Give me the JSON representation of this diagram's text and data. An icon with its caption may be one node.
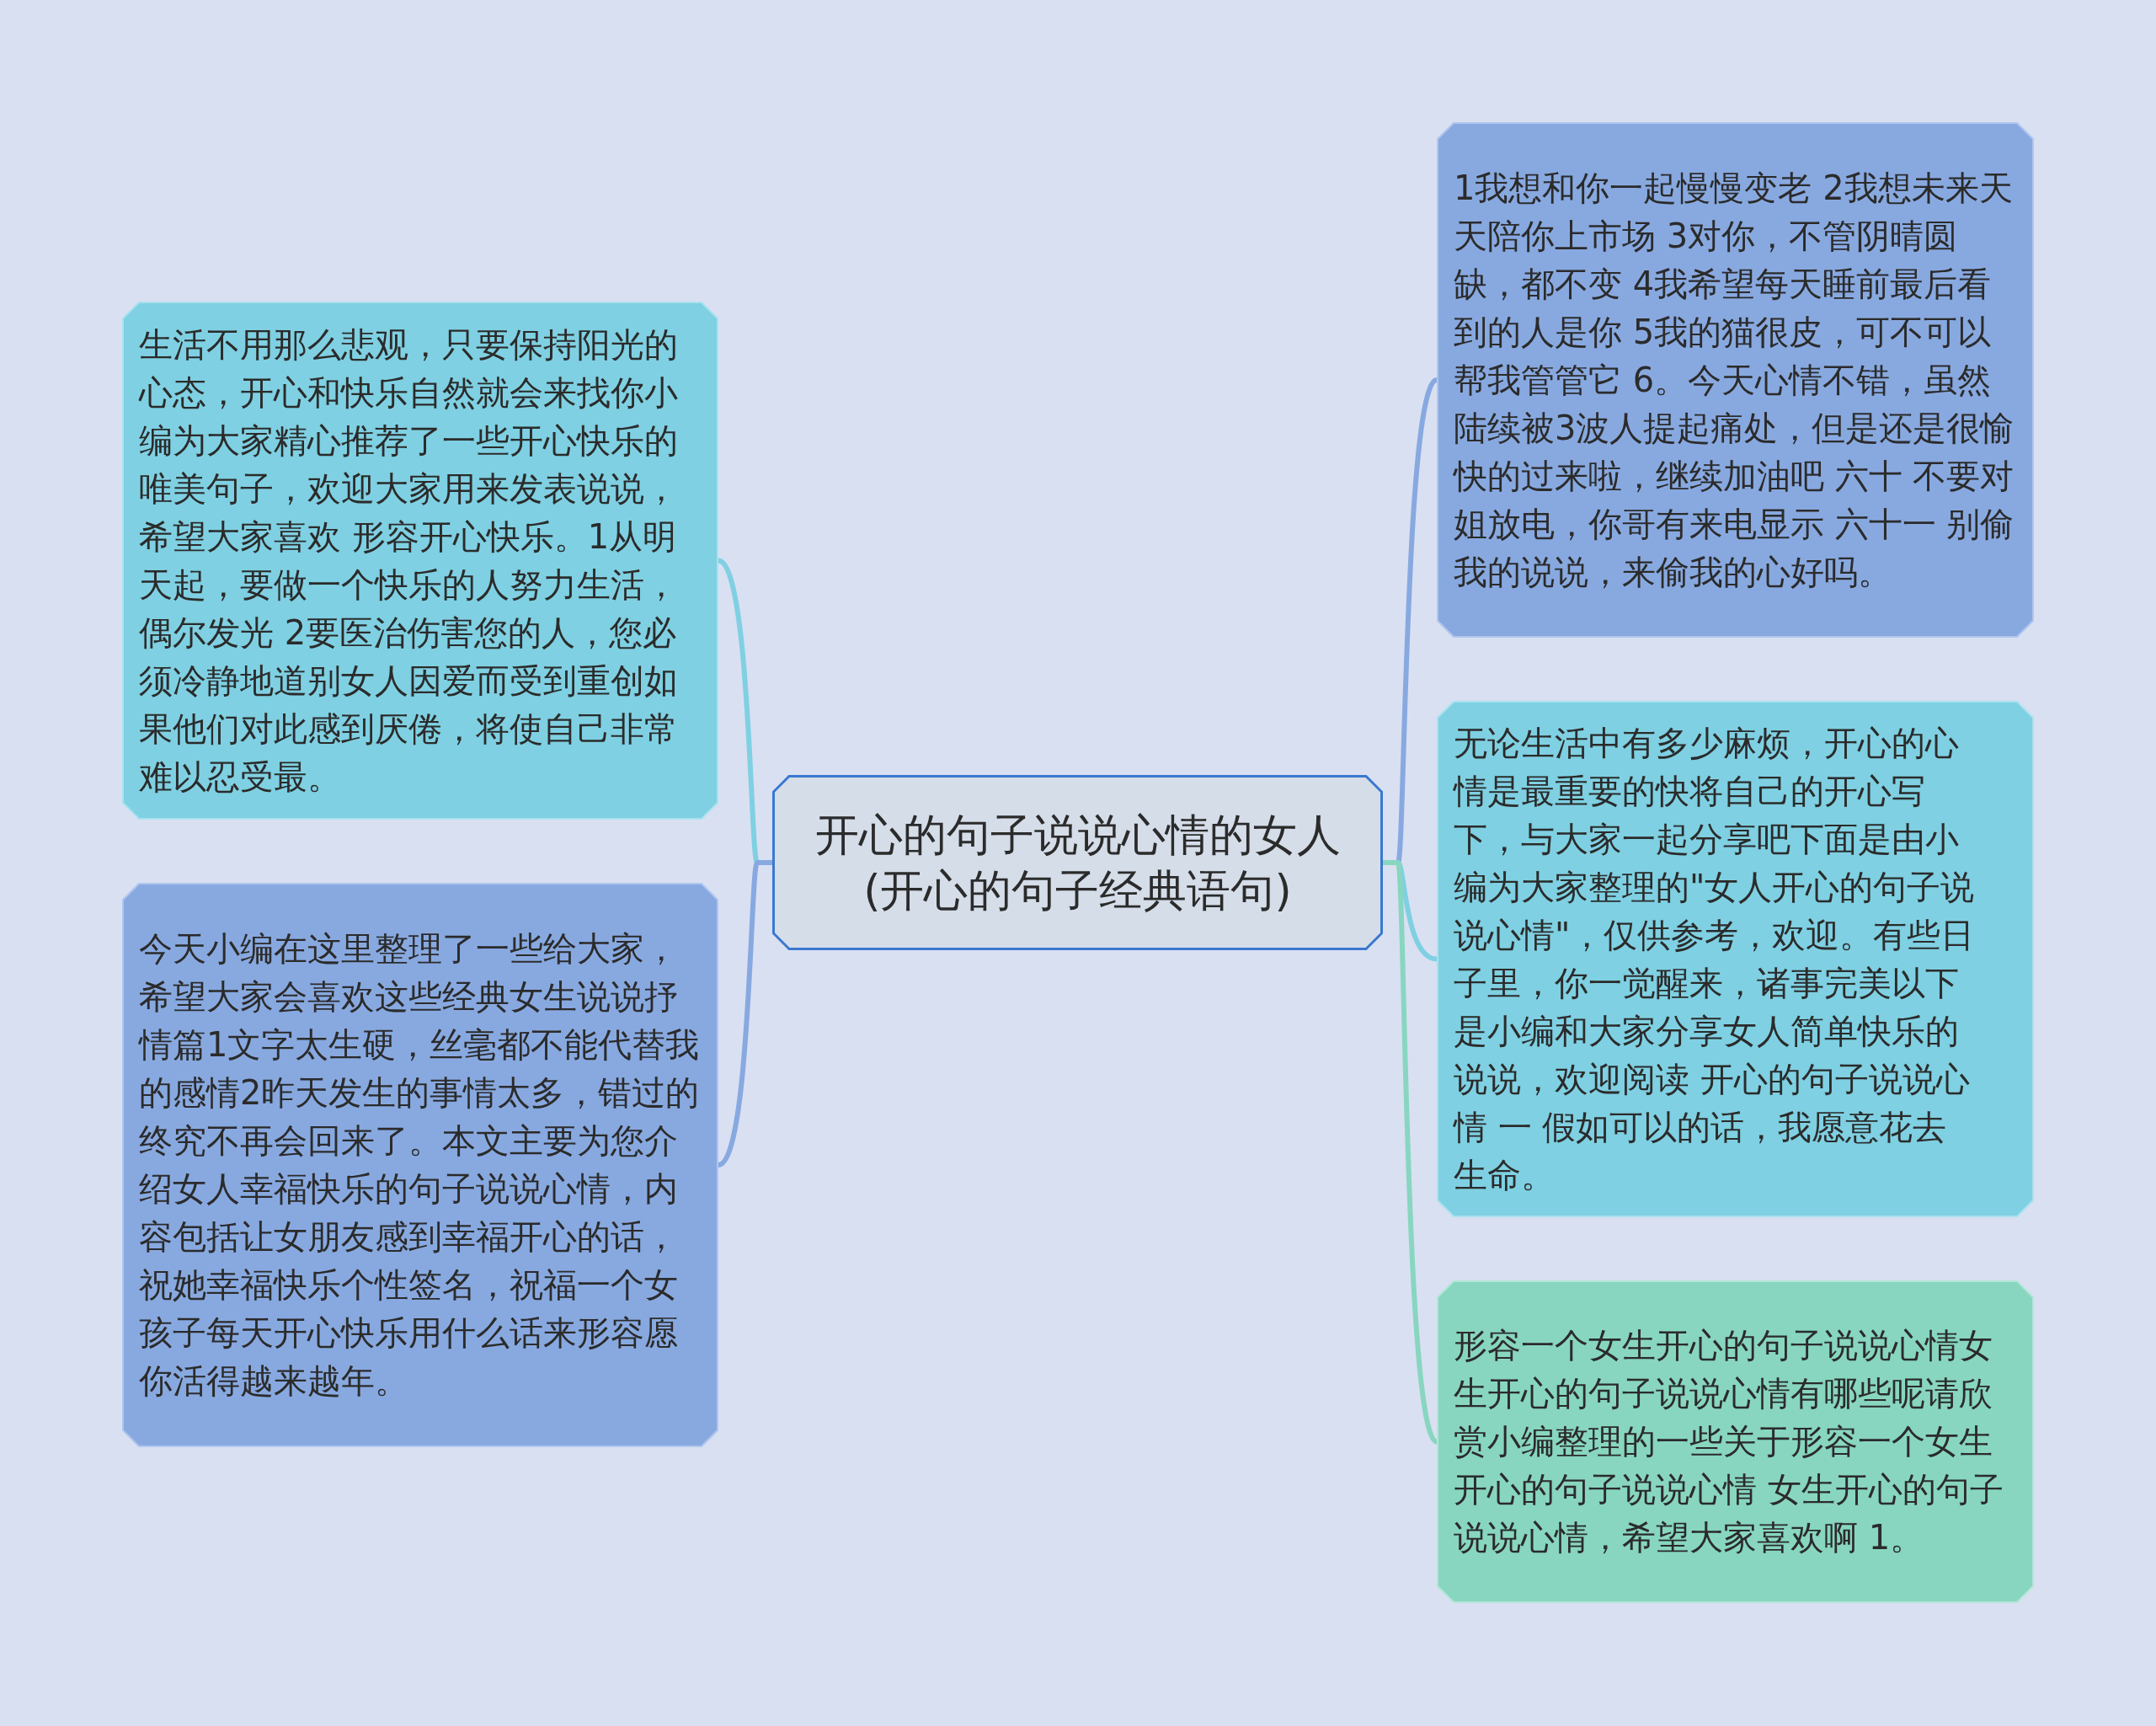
{
  "diagram": {
    "nodes": [
      {
        "text": [
          "开心的句子说说心情的女人(开心的句子经典语句)"
        ]
      },
      {
        "text": [
          "生活不用那么悲观，只要保持阳光的心态，开心和快乐自然就会来找你小编为大家精心推荐了一些开心快乐的唯美句子，欢迎大家用来发表说说，希望大家喜欢 形容开心快乐。1从明天起，要做一个快乐的人努力生活，偶尔发光 2要医治伤害您的人，您必须冷静地道别女人因爱而受到重创如果他们对此感到厌倦，将使自己非常难以忍受最。"
        ]
      },
      {
        "text": [
          "今天小编在这里整理了一些给大家，希望大家会喜欢这些经典女生说说抒情篇1文字太生硬，丝毫都不能代替我的感情2昨天发生的事情太多，错过的终究不再会回来了。本文主要为您介绍女人幸福快乐的句子说说心情，内容包括让女朋友感到幸福开心的话，祝她幸福快乐个性签名，祝福一个女孩子每天开心快乐用什么话来形容愿你活得越来越年。"
        ]
      },
      {
        "text": [
          "1我想和你一起慢慢变老 2我想未来天天陪你上市场 3对你，不管阴晴圆缺，都不变 4我希望每天睡前最后看到的人是你 5我的猫很皮，可不可以帮我管管它 6。今天心情不错，虽然陆续被3波人提起痛处，但是还是很愉快的过来啦，继续加油吧 六十 不要对姐放电，你哥有来电显示 六十一 别偷我的说说，来偷我的心好吗。"
        ]
      },
      {
        "text": [
          "无论生活中有多少麻烦，开心的心情是最重要的快将自己的开心写下，与大家一起分享吧下面是由小编为大家整理的\"女人开心的句子说说心情\"，仅供参考，欢迎。有些日子里，你一觉醒来，诸事完美以下是小编和大家分享女人简单快乐的说说，欢迎阅读 开心的句子说说心情 一 假如可以的话，我愿意花去生命。"
        ]
      },
      {
        "text": [
          "形容一个女生开心的句子说说心情女生开心的句子说说心情有哪些呢请欣赏小编整理的一些关于形容一个女生开心的句子说说心情 女生开心的句子说说心情，希望大家喜欢啊 1。"
        ]
      }
    ],
    "edges": [
      {
        "from": 0,
        "to": 1,
        "arrow": "none",
        "color": "#7fd0e2"
      },
      {
        "from": 0,
        "to": 2,
        "arrow": "none",
        "color": "#88a9e0"
      },
      {
        "from": 0,
        "to": 3,
        "arrow": "none",
        "color": "#88a9e0"
      },
      {
        "from": 0,
        "to": 4,
        "arrow": "none",
        "color": "#7fd0e2"
      },
      {
        "from": 0,
        "to": 5,
        "arrow": "none",
        "color": "#88d6c0"
      }
    ]
  }
}
